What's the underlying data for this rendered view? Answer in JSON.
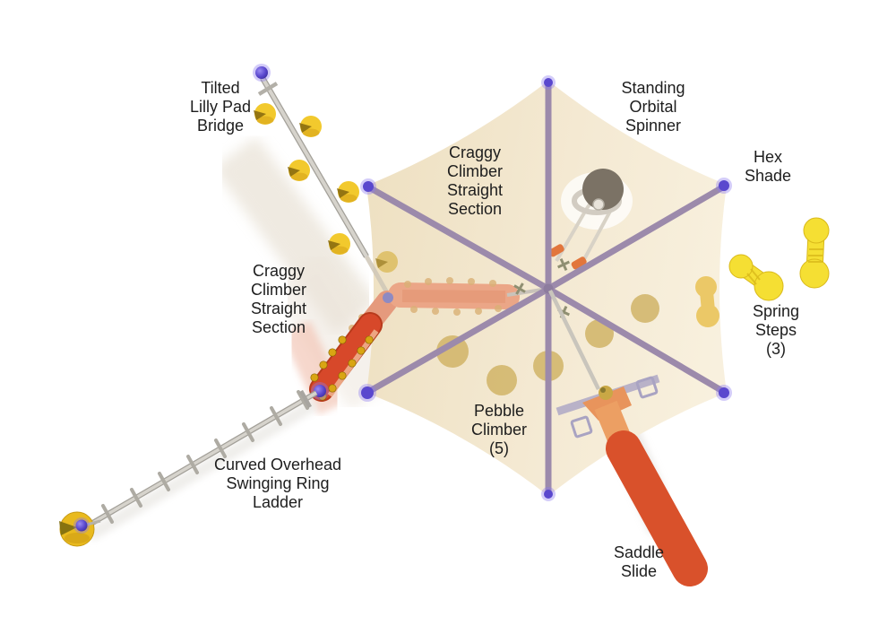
{
  "diagram": {
    "kind": "playground-structure-top-view",
    "labels": {
      "tilted_lilly_pad_bridge": "Tilted\nLilly Pad\nBridge",
      "craggy_climber_upper": "Craggy\nClimber\nStraight\nSection",
      "standing_orbital_spinner": "Standing\nOrbital\nSpinner",
      "hex_shade": "Hex\nShade",
      "spring_steps": "Spring\nSteps\n(3)",
      "craggy_climber_left": "Craggy\nClimber\nStraight\nSection",
      "pebble_climber": "Pebble\nClimber\n(5)",
      "curved_overhead_swinging_ring_ladder": "Curved Overhead\nSwinging Ring\nLadder",
      "saddle_slide": "Saddle\nSlide"
    },
    "counts": {
      "spring_steps": 3,
      "pebble_climber": 5
    },
    "colors": {
      "label_text": "#1d1d1d",
      "shade_dark": "#eee0c1",
      "shade_light": "#f8f0dd",
      "beam": "#9c8aab",
      "ball": "#5a48ce",
      "ball_glow": "#8b7af0",
      "lilly_pad": "#f2c92d",
      "lilly_pad_rim": "#d9a81c",
      "lilly_pad_notch": "#8a6c10",
      "spring_step": "#f5df33",
      "spring_edge": "#d9b91a",
      "pebble": "#d2b56a",
      "climber_red": "#d7482a",
      "climber_stud": "#d9a513",
      "climber_salmon": "#eba687",
      "slide_orange": "#ec9f63",
      "slide_red": "#d9512b",
      "platform": "#b9b2c8",
      "rail_dark": "#a3a099",
      "rail_light": "#d6d3cc",
      "spinner_disc": "#7b7265",
      "ladder_disc": "#e9ba1e"
    }
  }
}
